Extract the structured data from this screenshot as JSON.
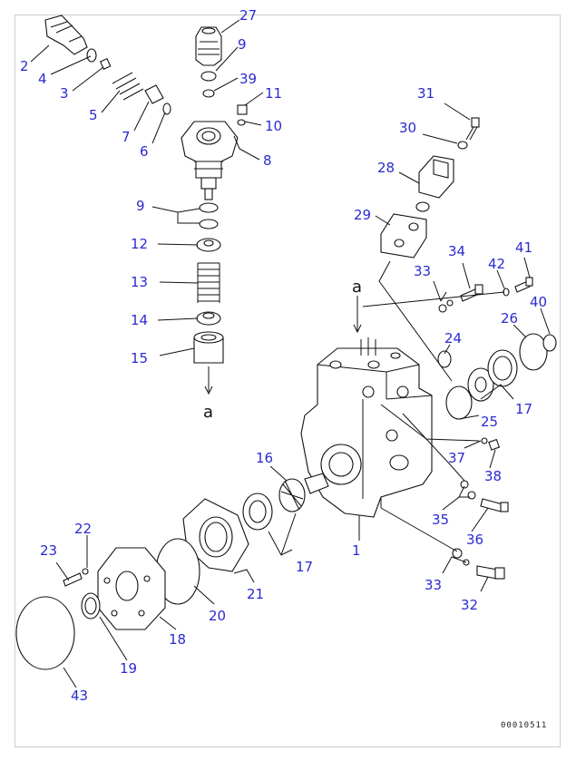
{
  "diagram": {
    "callouts": [
      {
        "id": "c27",
        "text": "27"
      },
      {
        "id": "c9a",
        "text": "9"
      },
      {
        "id": "c39",
        "text": "39"
      },
      {
        "id": "c11",
        "text": "11"
      },
      {
        "id": "c10",
        "text": "10"
      },
      {
        "id": "c8",
        "text": "8"
      },
      {
        "id": "c2",
        "text": "2"
      },
      {
        "id": "c4",
        "text": "4"
      },
      {
        "id": "c3",
        "text": "3"
      },
      {
        "id": "c5",
        "text": "5"
      },
      {
        "id": "c7",
        "text": "7"
      },
      {
        "id": "c6",
        "text": "6"
      },
      {
        "id": "c9b",
        "text": "9"
      },
      {
        "id": "c12",
        "text": "12"
      },
      {
        "id": "c13",
        "text": "13"
      },
      {
        "id": "c14",
        "text": "14"
      },
      {
        "id": "c15",
        "text": "15"
      },
      {
        "id": "ca1",
        "text": "a"
      },
      {
        "id": "c31",
        "text": "31"
      },
      {
        "id": "c30",
        "text": "30"
      },
      {
        "id": "c28",
        "text": "28"
      },
      {
        "id": "c29",
        "text": "29"
      },
      {
        "id": "c34",
        "text": "34"
      },
      {
        "id": "c41",
        "text": "41"
      },
      {
        "id": "c42",
        "text": "42"
      },
      {
        "id": "c33a",
        "text": "33"
      },
      {
        "id": "c40",
        "text": "40"
      },
      {
        "id": "c26",
        "text": "26"
      },
      {
        "id": "ca2",
        "text": "a"
      },
      {
        "id": "c24",
        "text": "24"
      },
      {
        "id": "c25",
        "text": "25"
      },
      {
        "id": "c17a",
        "text": "17"
      },
      {
        "id": "c37",
        "text": "37"
      },
      {
        "id": "c38",
        "text": "38"
      },
      {
        "id": "c16",
        "text": "16"
      },
      {
        "id": "c35",
        "text": "35"
      },
      {
        "id": "c36",
        "text": "36"
      },
      {
        "id": "c1",
        "text": "1"
      },
      {
        "id": "c17b",
        "text": "17"
      },
      {
        "id": "c22",
        "text": "22"
      },
      {
        "id": "c23",
        "text": "23"
      },
      {
        "id": "c21",
        "text": "21"
      },
      {
        "id": "c33b",
        "text": "33"
      },
      {
        "id": "c20",
        "text": "20"
      },
      {
        "id": "c32",
        "text": "32"
      },
      {
        "id": "c18",
        "text": "18"
      },
      {
        "id": "c19",
        "text": "19"
      },
      {
        "id": "c43",
        "text": "43"
      }
    ],
    "drawing_code": "00010511"
  }
}
